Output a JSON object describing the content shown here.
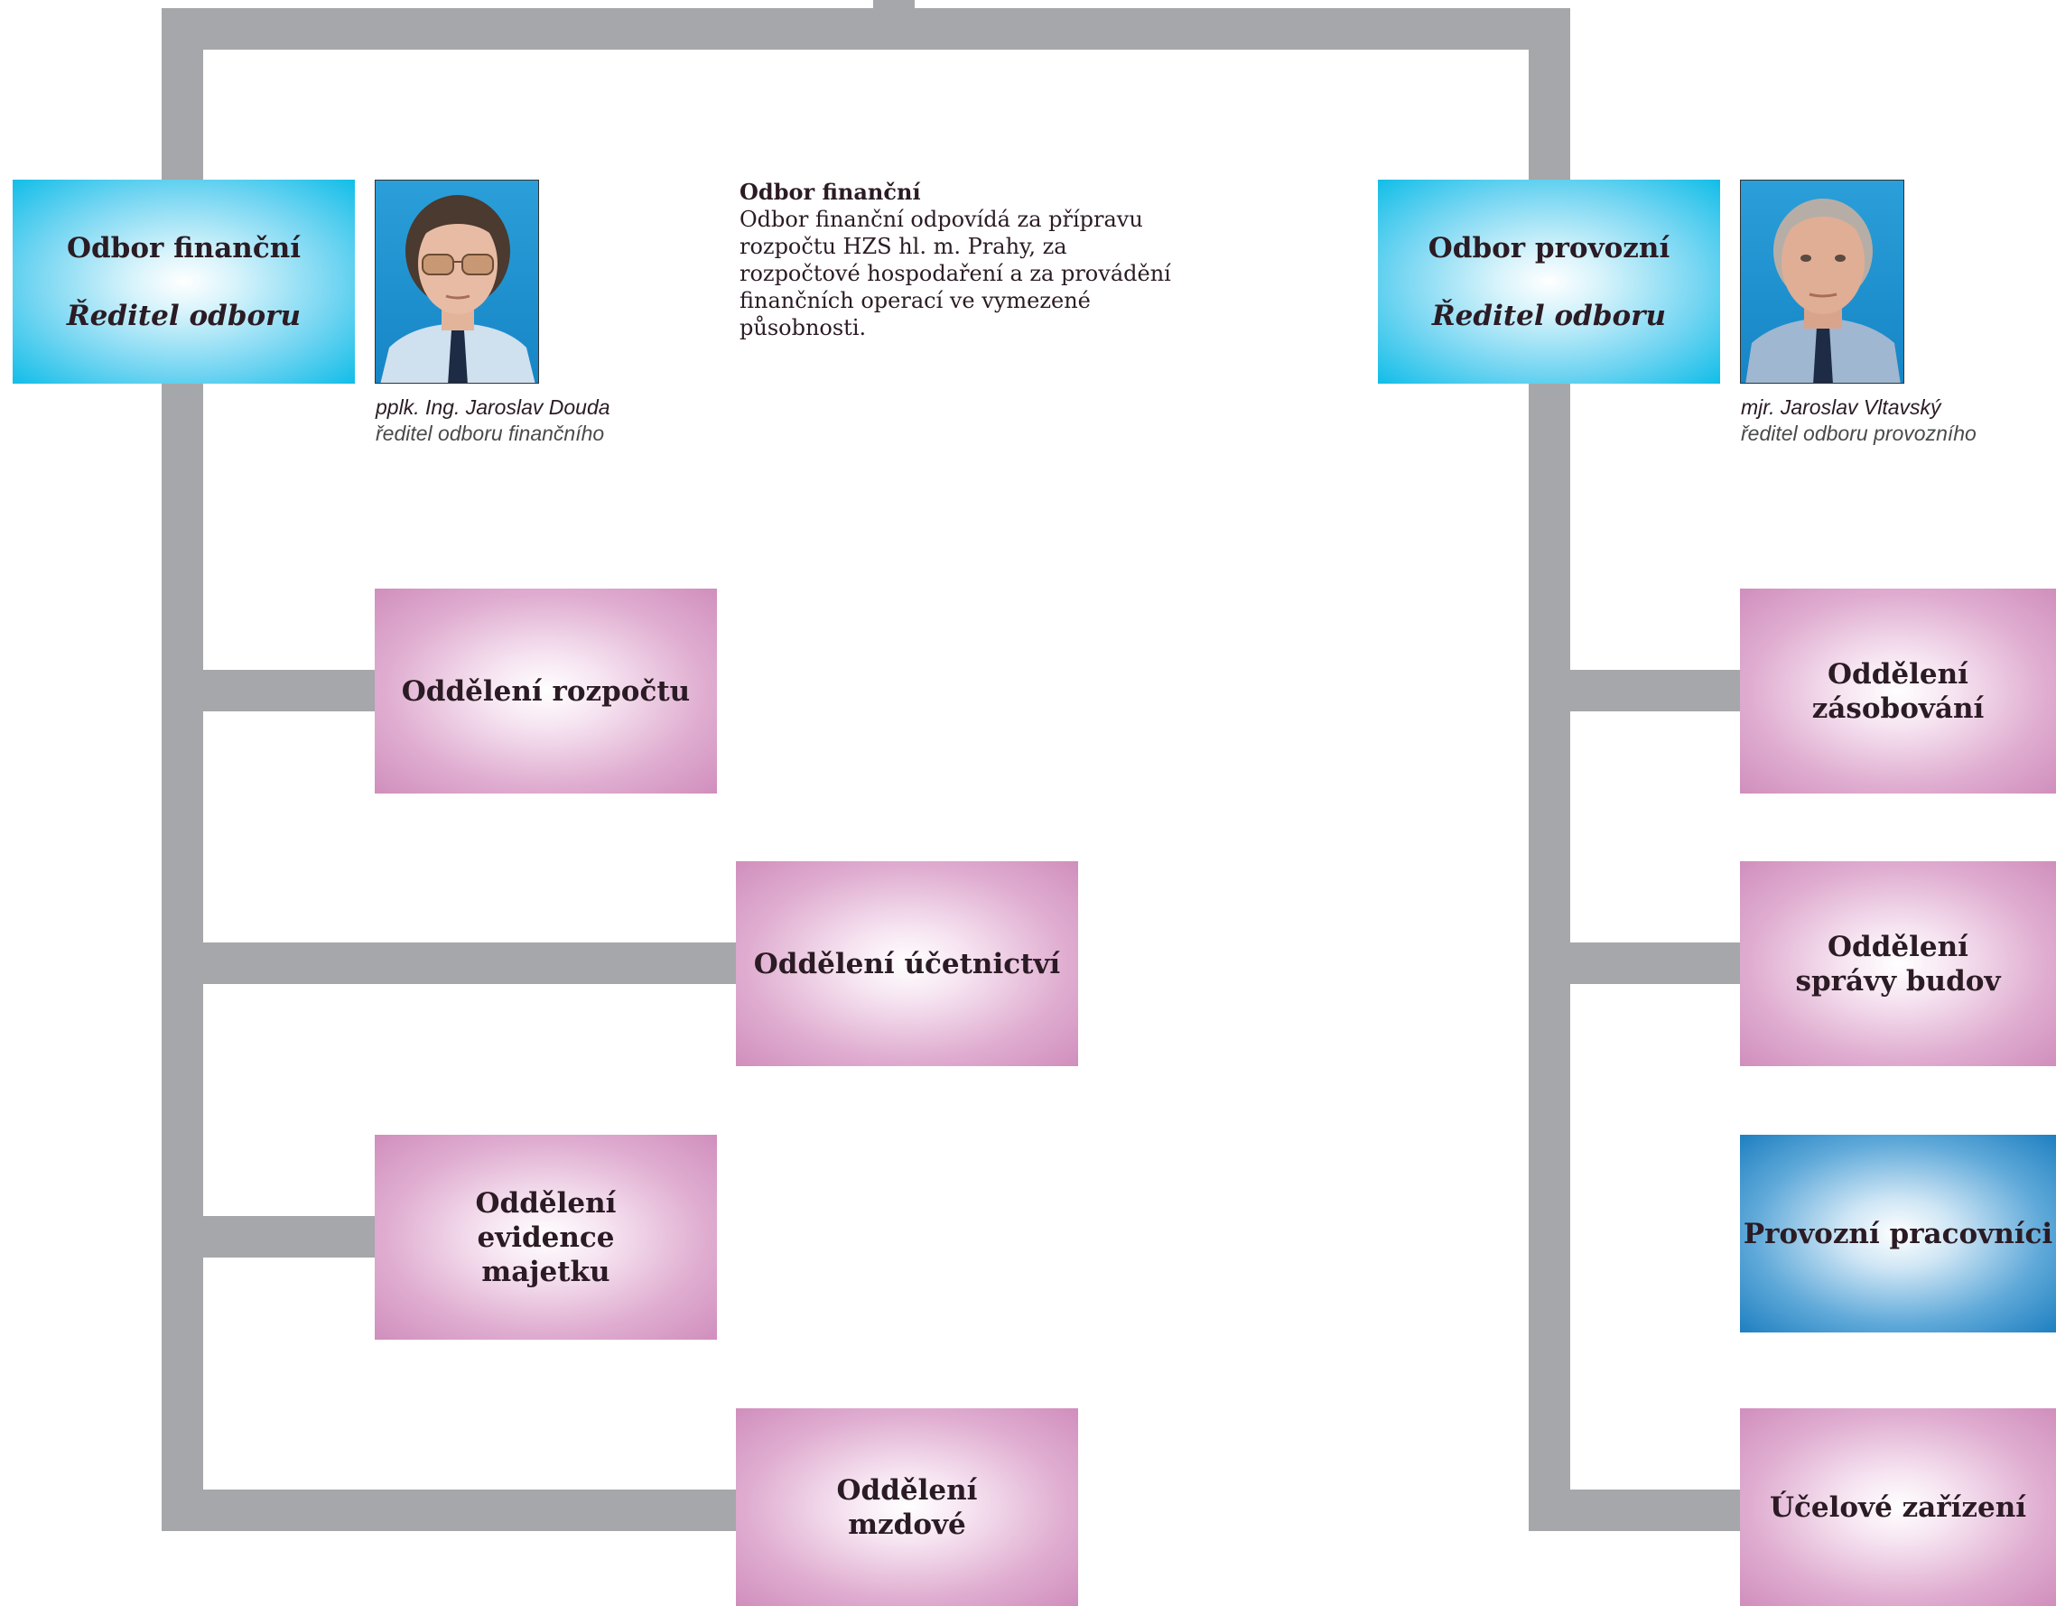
{
  "financni": {
    "title": "Odbor finanční",
    "subtitle": "Ředitel odboru",
    "photo_icon": "portrait-photo",
    "person_name": "pplk. Ing. Jaroslav Douda",
    "person_role": "ředitel odboru finančního",
    "description_heading": "Odbor finanční",
    "description_text": "Odbor finanční odpovídá za přípravu rozpočtu HZS hl. m. Prahy, za rozpočtové hospodaření a za provádění finančních operací ve vymezené působnosti.",
    "departments": [
      "Oddělení rozpočtu",
      "Oddělení účetnictví",
      "Oddělení evidence majetku",
      "Oddělení mzdové"
    ]
  },
  "provozni": {
    "title": "Odbor provozní",
    "subtitle": "Ředitel odboru",
    "photo_icon": "portrait-photo",
    "person_name": "mjr. Jaroslav Vltavský",
    "person_role": "ředitel odboru provozního",
    "departments": [
      "Oddělení zásobování",
      "Oddělení správy budov",
      "Provozní pracovníci",
      "Účelové zařízení"
    ]
  },
  "colors": {
    "line": "#a6a7aa",
    "director_box": "#11bde8",
    "department_box": "#d08ebd",
    "staff_box": "#1e7fc0"
  }
}
